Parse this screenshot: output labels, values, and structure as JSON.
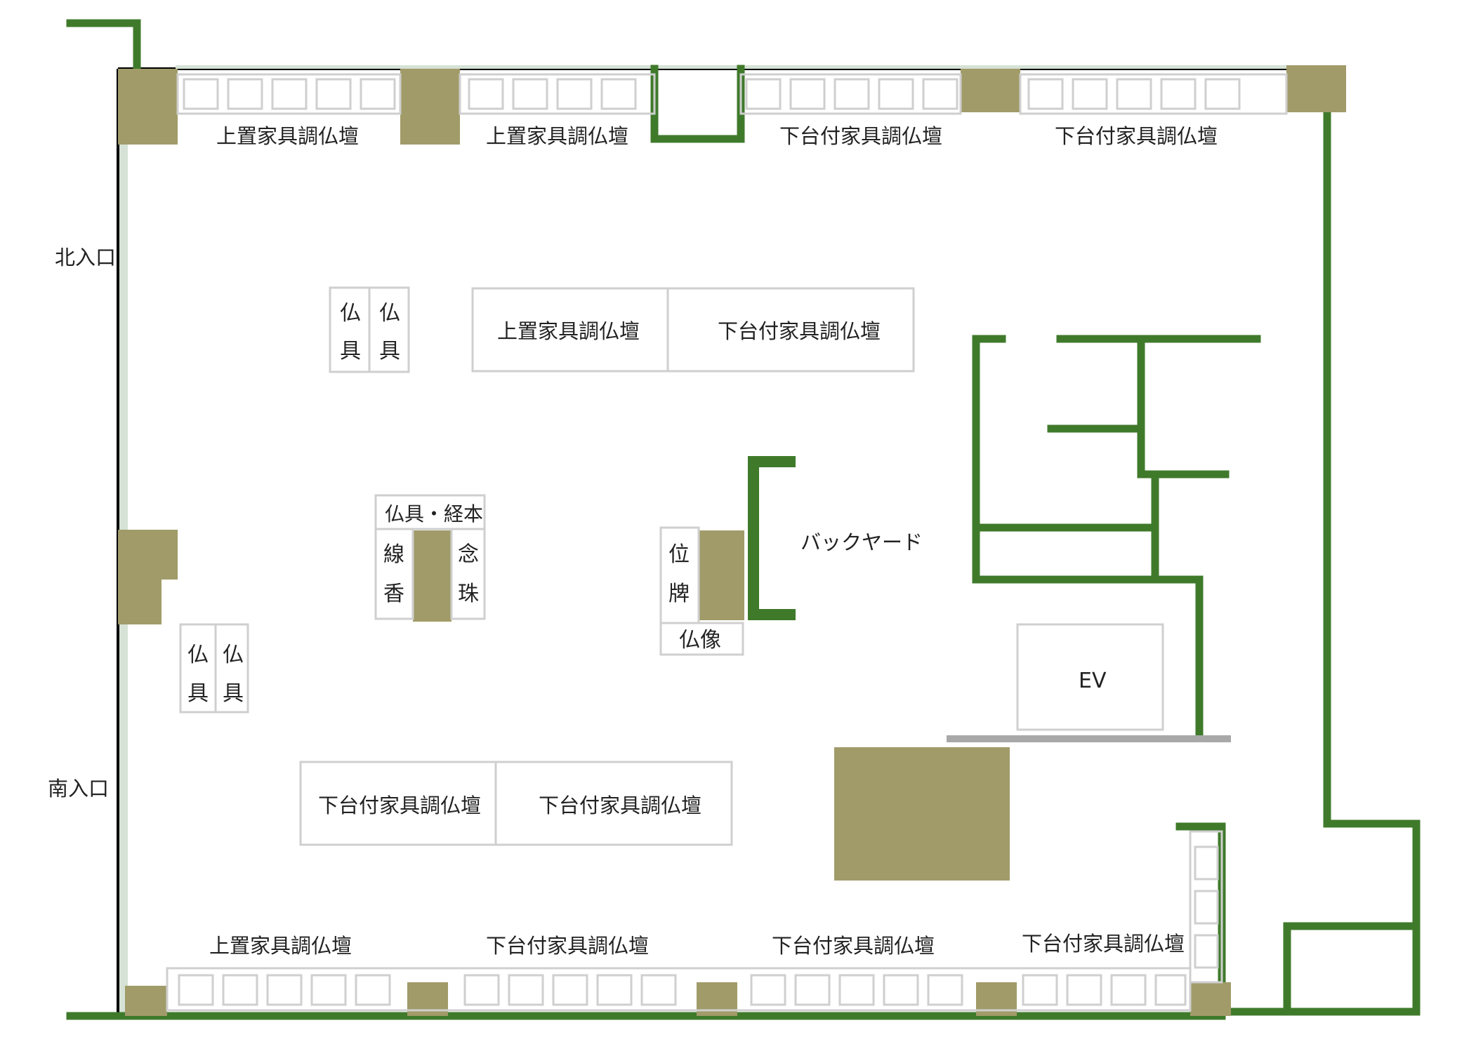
{
  "colors": {
    "wall": "#3f7a2b",
    "pillar": "#a19b69",
    "fixture_border": "#cfcfcf",
    "outer_line": "#000000",
    "light_wall": "#d6e2d6",
    "gray_bar": "#a8a8a8",
    "text": "#222222"
  },
  "labels": {
    "north_entrance": "北入口",
    "south_entrance": "南入口",
    "top_1": "上置家具調仏壇",
    "top_2": "上置家具調仏壇",
    "top_3": "下台付家具調仏壇",
    "top_4": "下台付家具調仏壇",
    "mid_left": "上置家具調仏壇",
    "mid_right": "下台付家具調仏壇",
    "lower_left": "下台付家具調仏壇",
    "lower_right": "下台付家具調仏壇",
    "bottom_1": "上置家具調仏壇",
    "bottom_2": "下台付家具調仏壇",
    "bottom_3": "下台付家具調仏壇",
    "bottom_4": "下台付家具調仏壇",
    "butsugu_kyouhon": "仏具・経本",
    "senkou_1": "線",
    "senkou_2": "香",
    "nenju_1": "念",
    "nenju_2": "珠",
    "ihai_1": "位",
    "ihai_2": "牌",
    "butsuzou": "仏像",
    "backyard": "バックヤード",
    "ev": "EV",
    "bu": "仏",
    "gu": "具"
  }
}
